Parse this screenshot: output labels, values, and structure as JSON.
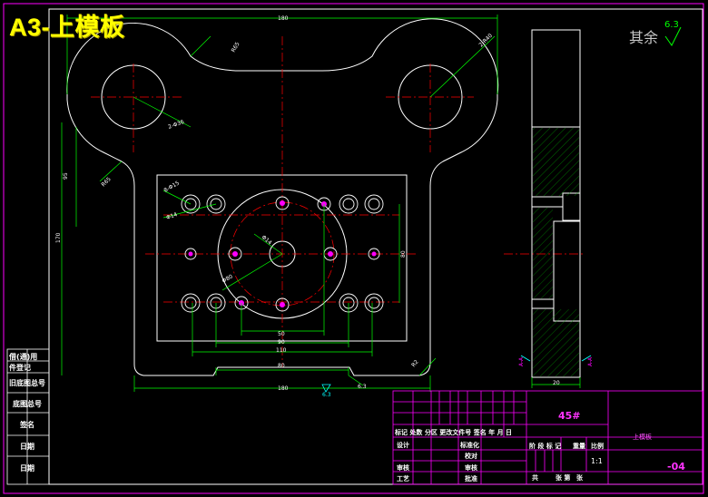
{
  "title": "A3-上模板",
  "surface_note": "其余",
  "roughness_value": "6.3",
  "dimensions": {
    "top_width": "180",
    "bottom_width": "180",
    "r_top_left": "R65",
    "r_top_right": "2-R40",
    "hole_dia": "2-Φ36",
    "r_side": "R65",
    "height_95": "95",
    "height_170": "170",
    "small_holes": "8-Φ15",
    "counterbore": "Φ14",
    "center_hole": "Φ14",
    "bolt_circle": "Φ80",
    "v_dim_80": "80",
    "h_50": "50",
    "h_90": "90",
    "h_110": "110",
    "slot_80": "80",
    "r_corner": "R2",
    "rough_bottom_1": "6.3",
    "rough_bottom_2": "6.3",
    "side_width": "20",
    "side_tag_left": "A-A",
    "side_tag_right": "A-A"
  },
  "left_column": [
    "借(通)用",
    "件登记",
    "旧底图总号",
    "底图总号",
    "签名",
    "日期",
    "日期"
  ],
  "title_block": {
    "material": "45#",
    "part_name": "上模板",
    "drawing_no": "-04",
    "scale": "1:1",
    "header_row": "标记 处数 分区 更改文件号 签名 年 月 日",
    "row_design": "设计",
    "row_std": "标准化",
    "row_check": "审核",
    "row_process": "工艺",
    "col_stage": "阶 段 标 记",
    "col_weight": "重量",
    "col_scale": "比例",
    "approve": "批准",
    "proof": "校对",
    "audit": "审核",
    "total": "共",
    "sheet": "张 第",
    "sheet2": "张"
  }
}
